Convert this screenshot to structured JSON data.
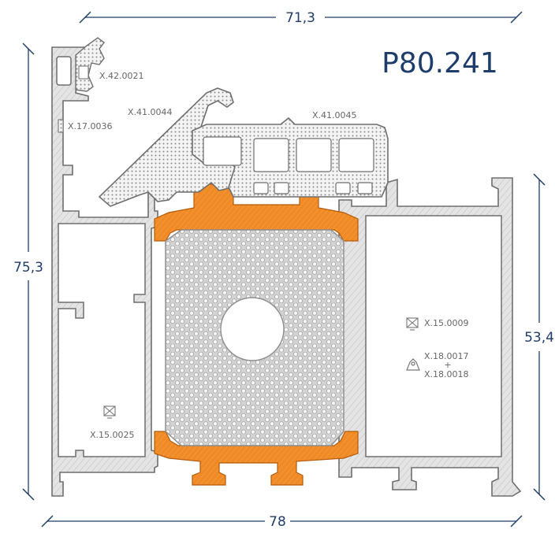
{
  "title": "P80.241",
  "dimensions": {
    "top_width": "71,3",
    "bottom_width": "78",
    "left_height": "75,3",
    "right_height": "53,4"
  },
  "codes": {
    "seal_top": "X.42.0021",
    "left_small": "X.17.0036",
    "glazing_bead_seal": "X.41.0044",
    "glazing_bead": "X.41.0045",
    "right_chamber_1": "X.15.0009",
    "right_chamber_2a": "X.18.0017",
    "plus": "+",
    "right_chamber_2b": "X.18.0018",
    "left_chamber": "X.15.0025"
  },
  "colors": {
    "dimension": "#1f3d6b",
    "aluminium": "#e2e2e2",
    "outline": "#6e6e6e",
    "thermal_break": "#f08a24",
    "foam": "#cfcfcf"
  }
}
